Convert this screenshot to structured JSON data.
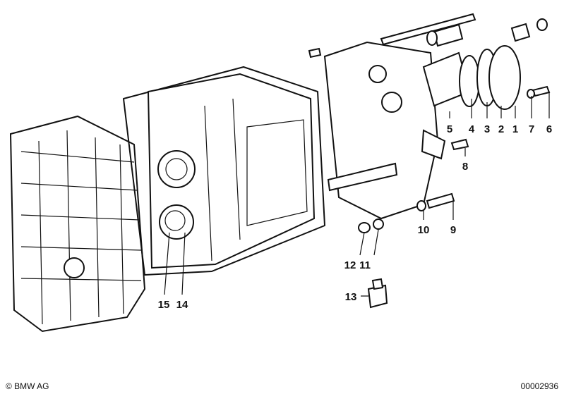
{
  "callouts": [
    "1",
    "2",
    "3",
    "4",
    "5",
    "6",
    "7",
    "8",
    "9",
    "10",
    "11",
    "12",
    "13",
    "14",
    "15"
  ],
  "footer": {
    "copyright": "© BMW AG",
    "diagram_number": "00002936"
  }
}
